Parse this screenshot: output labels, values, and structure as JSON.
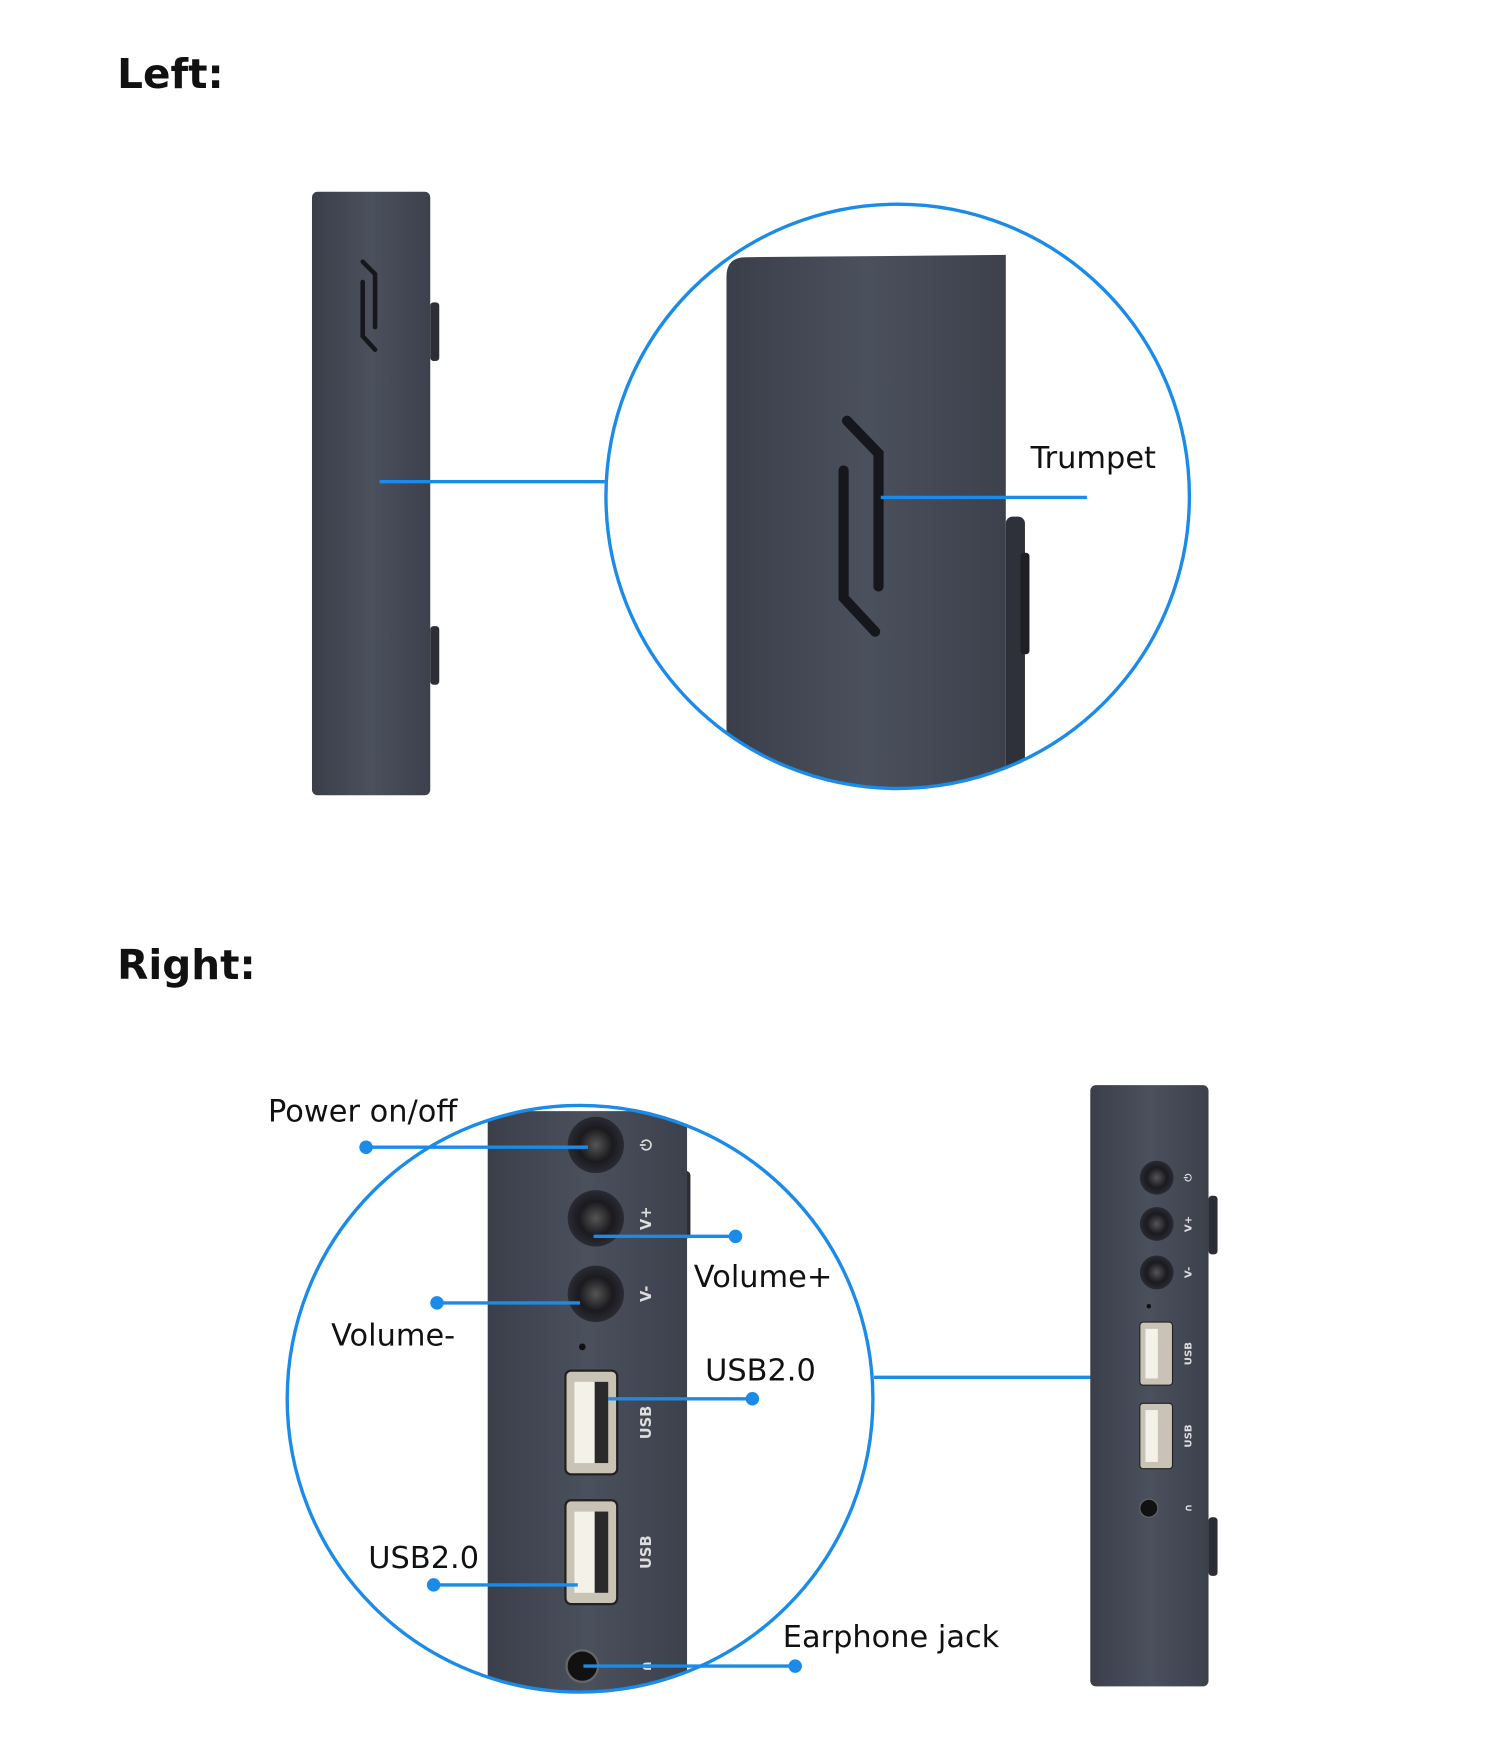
{
  "sections": {
    "left": {
      "heading": "Left:",
      "callouts": [
        {
          "label": "Trumpet"
        }
      ]
    },
    "right": {
      "heading": "Right:",
      "callouts": [
        {
          "label": "Power on/off"
        },
        {
          "label": "Volume+"
        },
        {
          "label": "Volume-"
        },
        {
          "label": "USB2.0"
        },
        {
          "label": "USB2.0"
        },
        {
          "label": "Earphone jack"
        }
      ],
      "port_marks": {
        "power": "⏻",
        "vol_up": "V+",
        "vol_down": "V-",
        "usb": "USB",
        "headphone": "∩"
      }
    }
  },
  "colors": {
    "accent": "#1a8be8",
    "device": "#434955",
    "text": "#111111"
  }
}
